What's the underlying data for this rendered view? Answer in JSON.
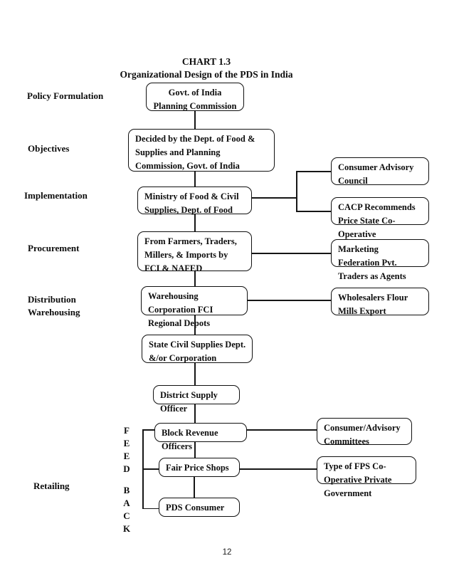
{
  "page": {
    "title_line1": "CHART 1.3",
    "title_line2": "Organizational Design of the PDS in India",
    "page_number": "12"
  },
  "stage_labels": [
    {
      "label": "Policy Formulation"
    },
    {
      "label": "Objectives"
    },
    {
      "label": "Implementation"
    },
    {
      "label": "Procurement"
    },
    {
      "label": "Distribution\nWarehousing"
    },
    {
      "label": "Retailing"
    }
  ],
  "nodes": {
    "govt": {
      "text": "Govt. of India\nPlanning Commission"
    },
    "decided": {
      "text": "Decided by the Dept. of Food &\nSupplies and Planning\nCommission, Govt. of India"
    },
    "ministry": {
      "text": "Ministry of Food & Civil\nSupplies, Dept. of Food"
    },
    "farmers": {
      "text": "From Farmers, Traders,\nMillers, & Imports by\nFCI & NAFED"
    },
    "warehousing": {
      "text": "Warehousing\nCorporation FCI\nRegional Depots"
    },
    "state": {
      "text": "State Civil Supplies Dept.\n&/or Corporation"
    },
    "district": {
      "text": "District Supply\nOfficer"
    },
    "block": {
      "text": "Block Revenue\nOfficers"
    },
    "fairprice": {
      "text": "Fair Price Shops"
    },
    "pds": {
      "text": "PDS Consumer"
    },
    "cac": {
      "text": "Consumer Advisory\nCouncil"
    },
    "cacp": {
      "text": "CACP Recommends\nPrice State Co-\nOperative"
    },
    "marketing": {
      "text": "Marketing\nFederation Pvt.\nTraders as Agents"
    },
    "wholesalers": {
      "text": "Wholesalers Flour\nMills Export"
    },
    "committees": {
      "text": "Consumer/Advisory\nCommittees"
    },
    "fpstype": {
      "text": "Type of FPS Co-\nOperative Private\nGovernment"
    }
  },
  "feedback": {
    "feed": "F\nE\nE\nD",
    "back": "B\nA\nC\nK"
  },
  "colors": {
    "ink": "#0d0d0d",
    "line": "#161616",
    "background": "#ffffff"
  }
}
